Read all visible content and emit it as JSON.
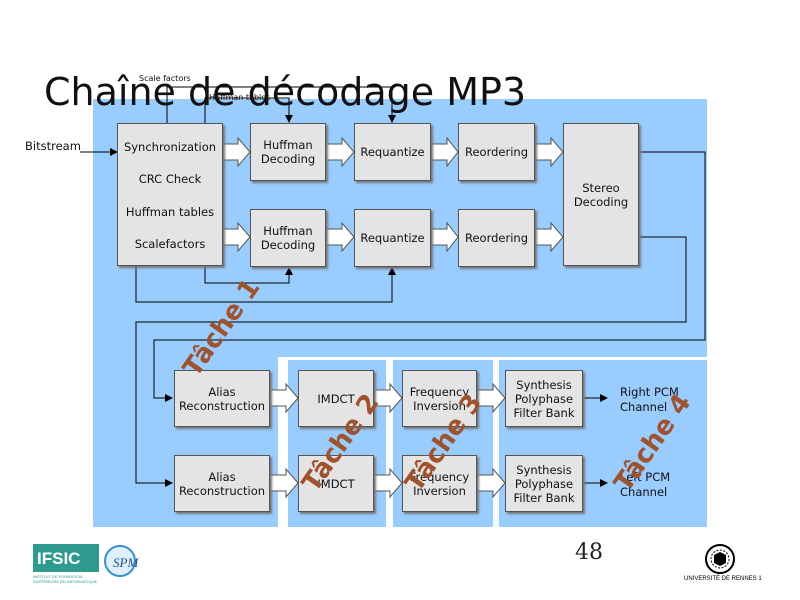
{
  "slide": {
    "title": "Chaîne de décodage MP3",
    "page_number": "48",
    "top_labels": {
      "scale_factors": "Scale factors",
      "huffman_tables": "Huffman tables"
    },
    "input_label": "Bitstream",
    "sync_box": [
      "Synchronization",
      "CRC Check",
      "Huffman tables",
      "Scalefactors"
    ],
    "row1": {
      "huffman": "Huffman\nDecoding",
      "requantize": "Requantize",
      "reordering": "Reordering"
    },
    "row2": {
      "huffman": "Huffman\nDecoding",
      "requantize": "Requantize",
      "reordering": "Reordering"
    },
    "stereo": "Stereo\nDecoding",
    "lower_row1": {
      "alias": "Alias\nReconstruction",
      "imdct": "IMDCT",
      "freq": "Frequency\nInversion",
      "synth": "Synthesis\nPolyphase\nFilter Bank",
      "output": "Right PCM\nChannel"
    },
    "lower_row2": {
      "alias": "Alias\nReconstruction",
      "imdct": "IMDCT",
      "freq": "Frequency\nInversion",
      "synth": "Synthesis\nPolyphase\nFilter Bank",
      "output": "Left PCM\nChannel"
    },
    "tasks": [
      "Tâche 1",
      "Tâche 2",
      "Tâche 3",
      "Tâche 4"
    ],
    "logos": {
      "ifsic": "IFSIC",
      "ifsic_sub": "INSTITUT DE FORMATION SUPÉRIEURE EN INFORMATIQUE ET COMMUNICATION",
      "spm": "SPM",
      "university": "UNIVERSITÉ DE RENNES 1"
    },
    "colors": {
      "panel": "#99ccff",
      "box": "#e4e4e4",
      "task_text": "#a0522d",
      "ifsic_logo": "#2e9b8e"
    }
  }
}
